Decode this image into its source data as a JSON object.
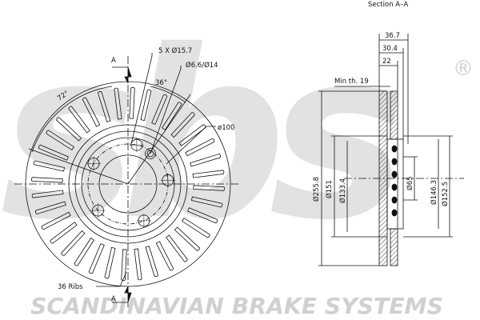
{
  "watermark": {
    "logo": "sbs",
    "registered": "®",
    "tagline": "SCANDINAVIAN BRAKE SYSTEMS",
    "color": "#d9d9d9"
  },
  "section": {
    "title": "Section A–A",
    "min_thickness": "Min th. 19",
    "dims": {
      "overall_width": "36.7",
      "hub_width": "30.4",
      "disc_width": "22",
      "d_outer": "Ø255.8",
      "d_151": "Ø151",
      "d_133": "Ø133.4",
      "d_65": "Ø65",
      "d_146": "Ø146.3",
      "d_152": "Ø152.5"
    }
  },
  "front": {
    "section_marker": "A",
    "bolt_holes": "5 X Ø15.7",
    "small_holes": "Ø6.6/Ø14",
    "angle_36": "36°",
    "angle_72": "72°",
    "pcd": "ø100",
    "ribs": "36 Ribs"
  },
  "colors": {
    "line": "#111111",
    "watermark": "#d9d9d9"
  }
}
